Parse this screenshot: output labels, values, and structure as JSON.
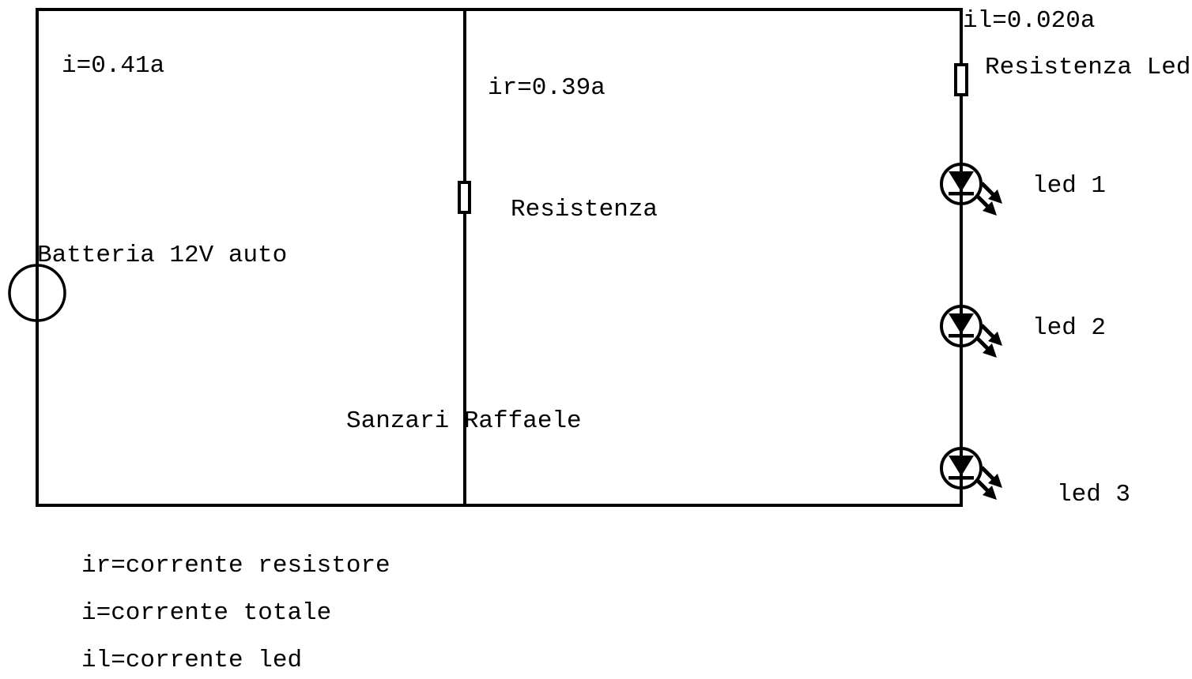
{
  "diagram": {
    "type": "circuit-schematic",
    "colors": {
      "line": "#000000",
      "background": "#ffffff",
      "component_fill": "#ffffff"
    },
    "labels": {
      "current_total": "i=0.41a",
      "current_resistor": "ir=0.39a",
      "current_led": "il=0.020a",
      "battery": "Batteria 12V auto",
      "resistor_main": "Resistenza",
      "resistor_led": "Resistenza Led",
      "author": "Sanzari Raffaele",
      "led_1": "led 1",
      "led_2": "led 2",
      "led_3": "led 3"
    },
    "components": {
      "battery": "battery (circle symbol)",
      "resistors": [
        "Resistenza",
        "Resistenza Led"
      ],
      "leds": [
        "led 1",
        "led 2",
        "led 3"
      ]
    },
    "legend": [
      "ir=corrente resistore",
      "i=corrente totale",
      "il=corrente led"
    ]
  }
}
